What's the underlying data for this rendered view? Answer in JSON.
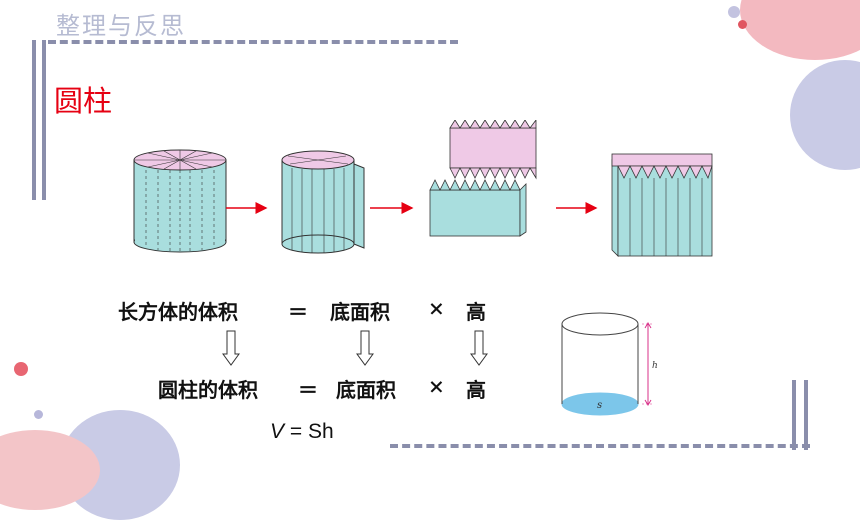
{
  "header": {
    "title": "整理与反思"
  },
  "section": {
    "subtitle": "圆柱"
  },
  "formulas": {
    "cuboid": {
      "name": "长方体的体积",
      "eq": "＝",
      "base": "底面积",
      "times": "×",
      "height": "高"
    },
    "cylinder": {
      "name": "圆柱的体积",
      "eq": "＝",
      "base": "底面积",
      "times": "×",
      "height": "高"
    },
    "symbolic": {
      "v": "V",
      "rest": " = Sh"
    }
  },
  "diagram_labels": {
    "height": "h",
    "base": "s"
  },
  "colors": {
    "accent_red": "#e60012",
    "cyan_fill": "#a9dede",
    "pink_fill": "#efc9e6",
    "dash": "#8a8eab"
  }
}
